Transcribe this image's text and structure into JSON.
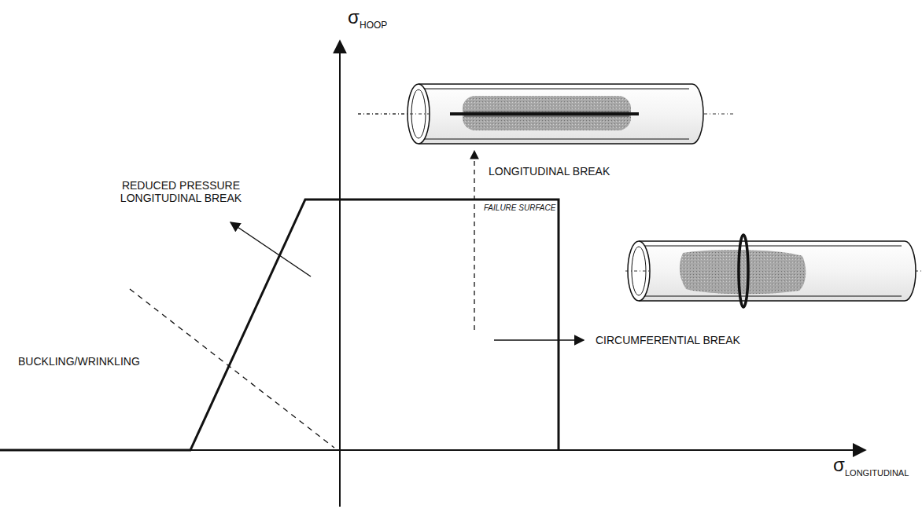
{
  "diagram": {
    "labels": [
      "σ",
      "HOOP",
      "REDUCED PRESSURE LONGITUDINAL BREAK",
      "FAILURE SURFACE",
      "LONGITUDINAL BREAK",
      "CIRCUMFERENTIAL BREAK",
      "BUCKLING/WRINKLING",
      "σ",
      "LONGITUDINAL"
    ]
  }
}
